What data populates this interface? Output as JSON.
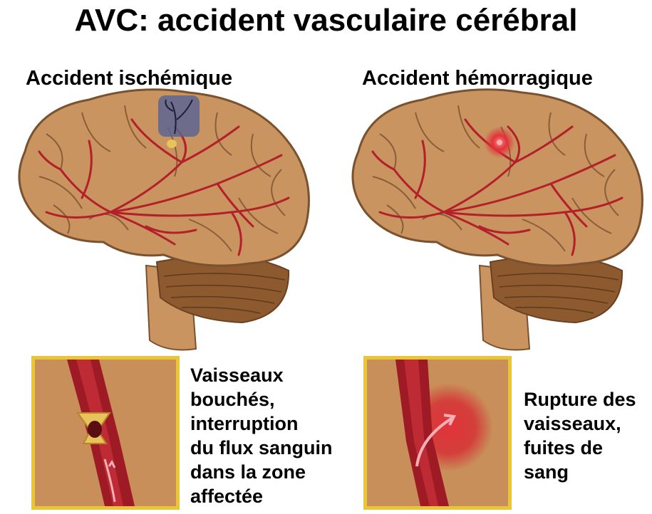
{
  "title": "AVC: accident vasculaire cérébral",
  "panels": {
    "ischemic": {
      "heading": "Accident ischémique",
      "caption_lines": [
        "Vaisseaux",
        "bouchés,",
        "interruption",
        "du flux sanguin",
        "dans la zone",
        "affectée"
      ]
    },
    "hemorrhagic": {
      "heading": "Accident hémorragique",
      "caption_lines": [
        "Rupture des",
        "vaisseaux,",
        "fuites de",
        "sang"
      ]
    }
  },
  "colors": {
    "brain": "#c99460",
    "brain_outline": "#7a5230",
    "cerebellum": "#8d5a30",
    "vessel": "#b3202a",
    "ischemia_zone": "#5d6592",
    "bleed": "#e2333b",
    "inset_border": "#e9c53a",
    "clot": "#e8c25a"
  }
}
